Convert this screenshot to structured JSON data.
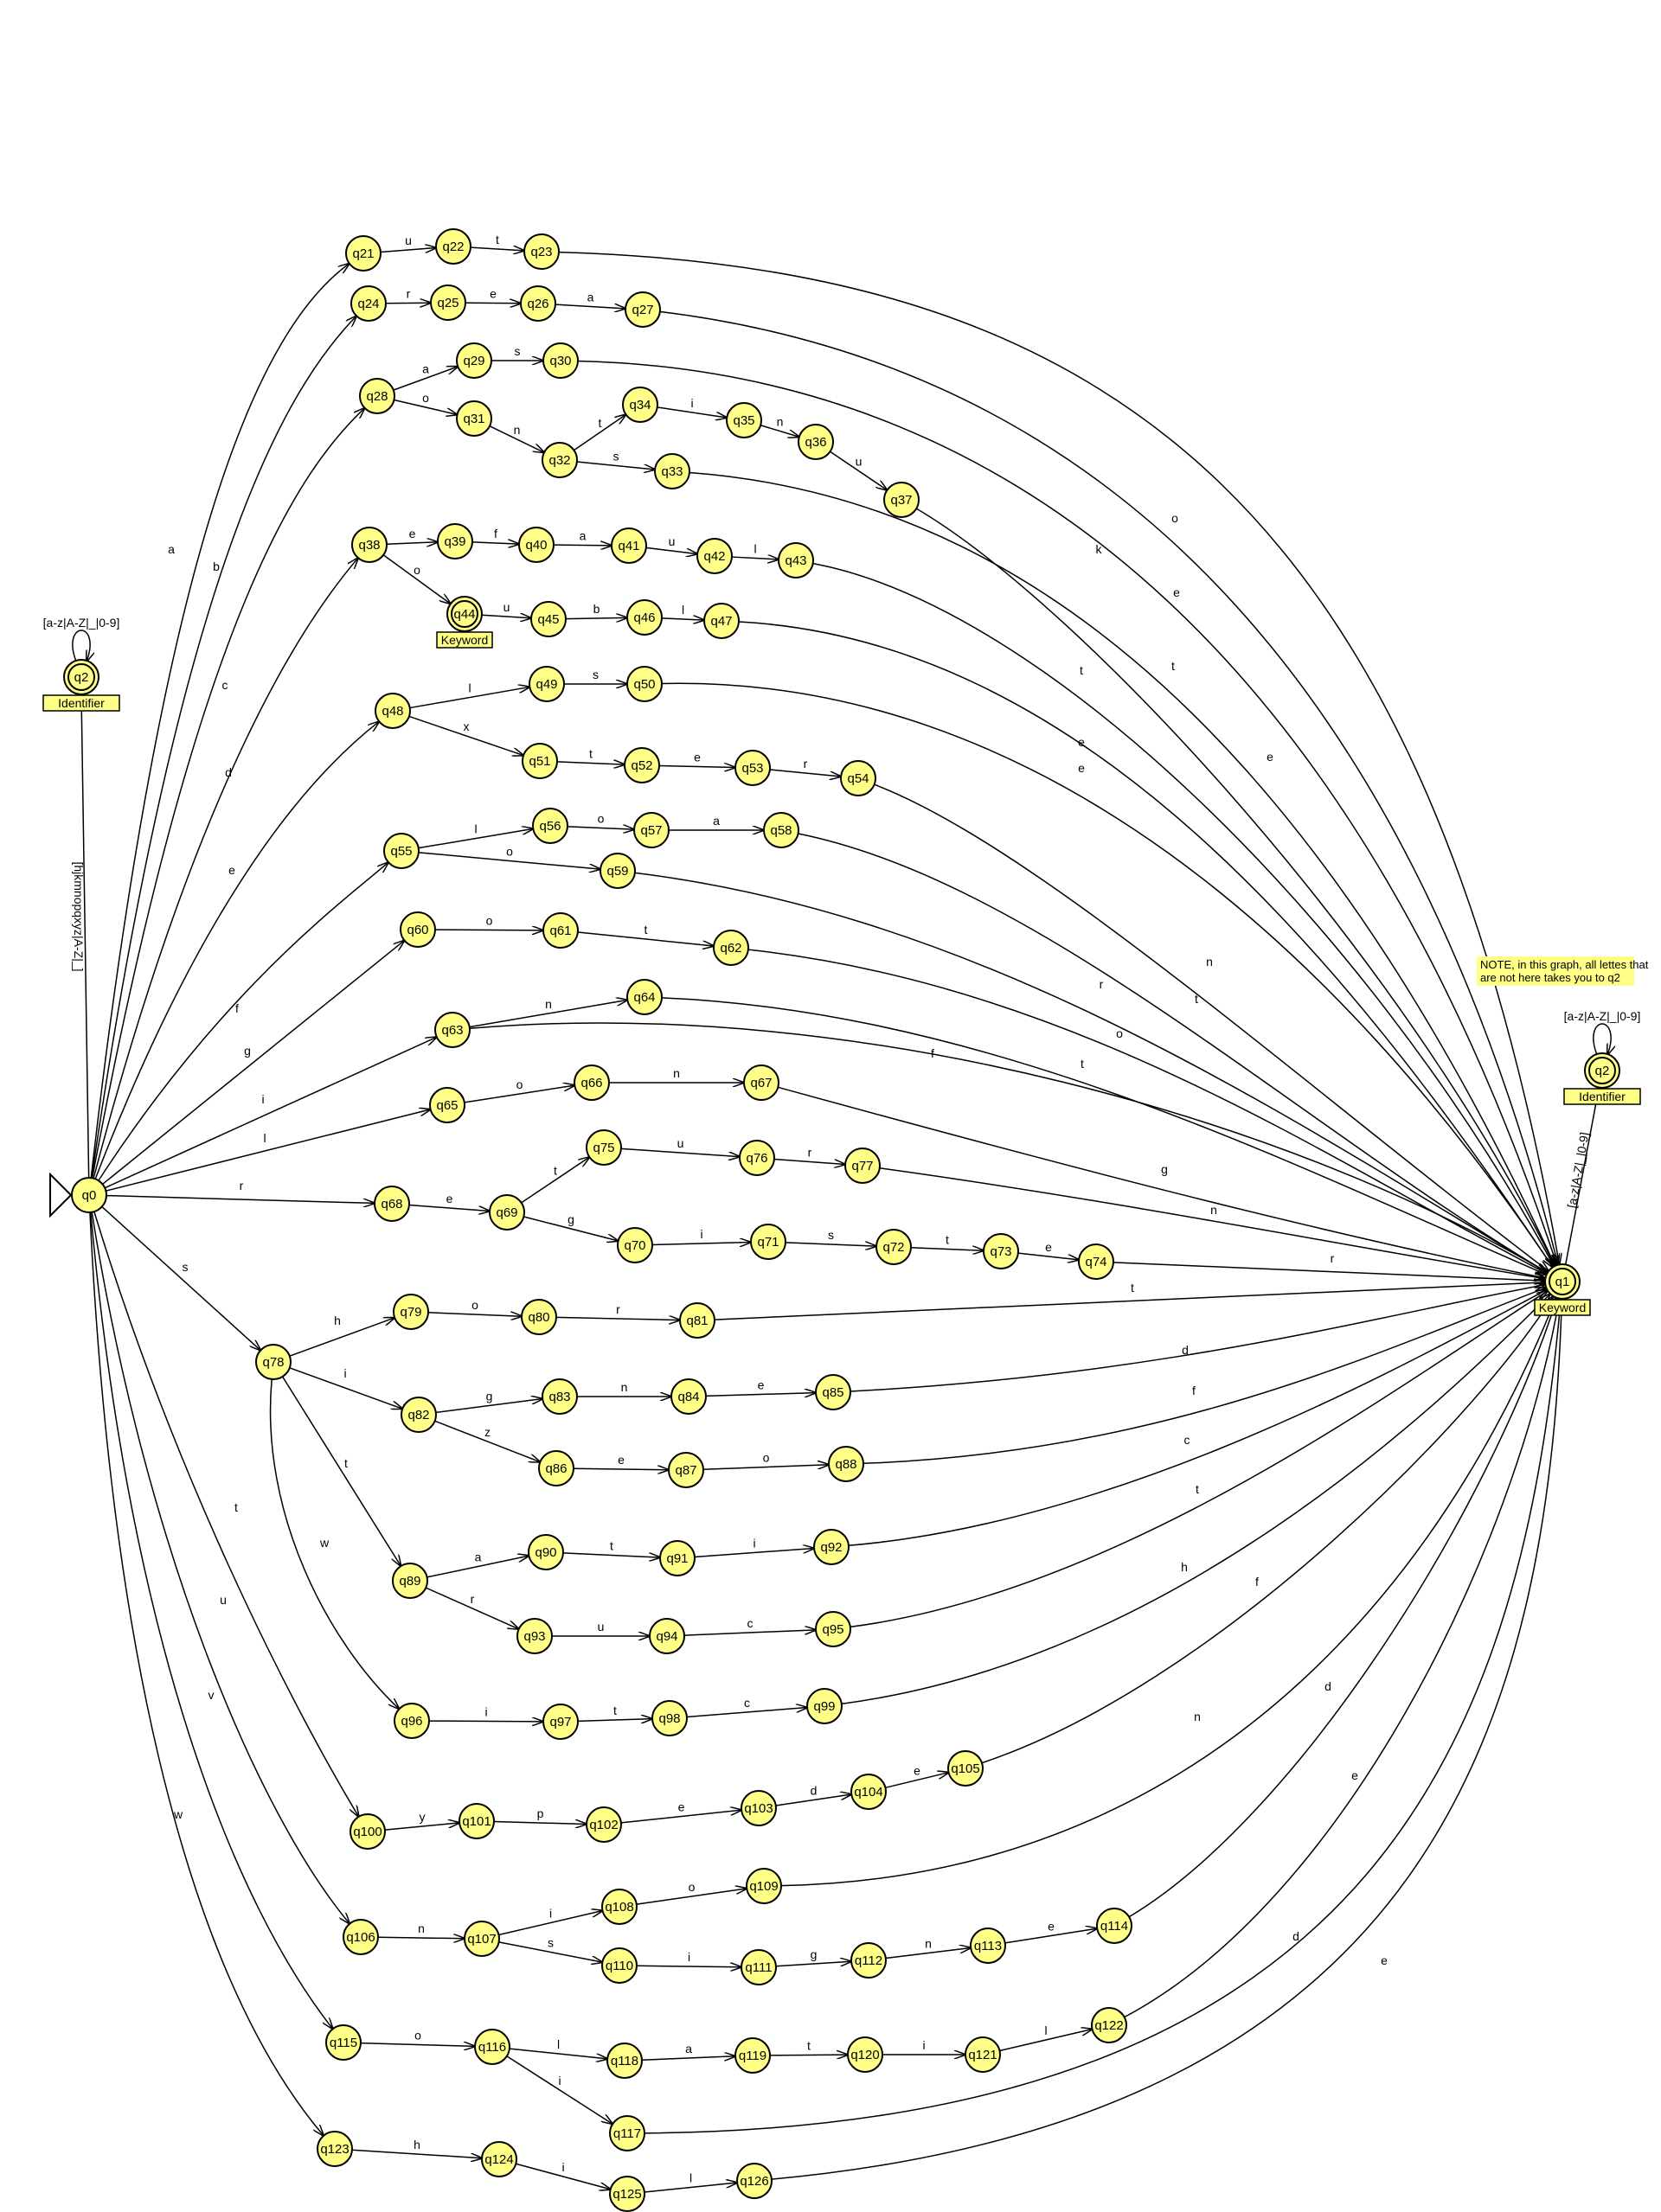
{
  "states": [
    {
      "id": "q0"
    },
    {
      "id": "q1",
      "accepting": true,
      "label": "Keyword"
    },
    {
      "id": "q2a",
      "text": "q2",
      "accepting": true,
      "label": "Identifier"
    },
    {
      "id": "q2b",
      "text": "q2",
      "accepting": true,
      "label": "Identifier"
    },
    {
      "id": "q21"
    },
    {
      "id": "q22"
    },
    {
      "id": "q23"
    },
    {
      "id": "q24"
    },
    {
      "id": "q25"
    },
    {
      "id": "q26"
    },
    {
      "id": "q27"
    },
    {
      "id": "q28"
    },
    {
      "id": "q29"
    },
    {
      "id": "q30"
    },
    {
      "id": "q31"
    },
    {
      "id": "q32"
    },
    {
      "id": "q33"
    },
    {
      "id": "q34"
    },
    {
      "id": "q35"
    },
    {
      "id": "q36"
    },
    {
      "id": "q37"
    },
    {
      "id": "q38"
    },
    {
      "id": "q39"
    },
    {
      "id": "q40"
    },
    {
      "id": "q41"
    },
    {
      "id": "q42"
    },
    {
      "id": "q43"
    },
    {
      "id": "q44",
      "accepting": true,
      "label": "Keyword"
    },
    {
      "id": "q45"
    },
    {
      "id": "q46"
    },
    {
      "id": "q47"
    },
    {
      "id": "q48"
    },
    {
      "id": "q49"
    },
    {
      "id": "q50"
    },
    {
      "id": "q51"
    },
    {
      "id": "q52"
    },
    {
      "id": "q53"
    },
    {
      "id": "q54"
    },
    {
      "id": "q55"
    },
    {
      "id": "q56"
    },
    {
      "id": "q57"
    },
    {
      "id": "q58"
    },
    {
      "id": "q59"
    },
    {
      "id": "q60"
    },
    {
      "id": "q61"
    },
    {
      "id": "q62"
    },
    {
      "id": "q63"
    },
    {
      "id": "q64"
    },
    {
      "id": "q65"
    },
    {
      "id": "q66"
    },
    {
      "id": "q67"
    },
    {
      "id": "q68"
    },
    {
      "id": "q69"
    },
    {
      "id": "q70"
    },
    {
      "id": "q71"
    },
    {
      "id": "q72"
    },
    {
      "id": "q73"
    },
    {
      "id": "q74"
    },
    {
      "id": "q75"
    },
    {
      "id": "q76"
    },
    {
      "id": "q77"
    },
    {
      "id": "q78"
    },
    {
      "id": "q79"
    },
    {
      "id": "q80"
    },
    {
      "id": "q81"
    },
    {
      "id": "q82"
    },
    {
      "id": "q83"
    },
    {
      "id": "q84"
    },
    {
      "id": "q85"
    },
    {
      "id": "q86"
    },
    {
      "id": "q87"
    },
    {
      "id": "q88"
    },
    {
      "id": "q89"
    },
    {
      "id": "q90"
    },
    {
      "id": "q91"
    },
    {
      "id": "q92"
    },
    {
      "id": "q93"
    },
    {
      "id": "q94"
    },
    {
      "id": "q95"
    },
    {
      "id": "q96"
    },
    {
      "id": "q97"
    },
    {
      "id": "q98"
    },
    {
      "id": "q99"
    },
    {
      "id": "q100"
    },
    {
      "id": "q101"
    },
    {
      "id": "q102"
    },
    {
      "id": "q103"
    },
    {
      "id": "q104"
    },
    {
      "id": "q105"
    },
    {
      "id": "q106"
    },
    {
      "id": "q107"
    },
    {
      "id": "q108"
    },
    {
      "id": "q109"
    },
    {
      "id": "q110"
    },
    {
      "id": "q111"
    },
    {
      "id": "q112"
    },
    {
      "id": "q113"
    },
    {
      "id": "q114"
    },
    {
      "id": "q115"
    },
    {
      "id": "q116"
    },
    {
      "id": "q117"
    },
    {
      "id": "q118"
    },
    {
      "id": "q119"
    },
    {
      "id": "q120"
    },
    {
      "id": "q121"
    },
    {
      "id": "q122"
    },
    {
      "id": "q123"
    },
    {
      "id": "q124"
    },
    {
      "id": "q125"
    },
    {
      "id": "q126"
    }
  ],
  "edges": [
    {
      "from": "q0",
      "to": "q21",
      "label": "a"
    },
    {
      "from": "q0",
      "to": "q24",
      "label": "b"
    },
    {
      "from": "q0",
      "to": "q28",
      "label": "c"
    },
    {
      "from": "q0",
      "to": "q38",
      "label": "d"
    },
    {
      "from": "q0",
      "to": "q48",
      "label": "e"
    },
    {
      "from": "q0",
      "to": "q55",
      "label": "f"
    },
    {
      "from": "q0",
      "to": "q60",
      "label": "g"
    },
    {
      "from": "q0",
      "to": "q63",
      "label": "i"
    },
    {
      "from": "q0",
      "to": "q65",
      "label": "l"
    },
    {
      "from": "q0",
      "to": "q68",
      "label": "r"
    },
    {
      "from": "q0",
      "to": "q78",
      "label": "s"
    },
    {
      "from": "q0",
      "to": "q100",
      "label": "t"
    },
    {
      "from": "q0",
      "to": "q106",
      "label": "u"
    },
    {
      "from": "q0",
      "to": "q115",
      "label": "v"
    },
    {
      "from": "q0",
      "to": "q123",
      "label": "w"
    },
    {
      "from": "q0",
      "to": "q2a",
      "label": "[hjkmnopqxyz|A-Z|_]"
    },
    {
      "from": "q2a",
      "to": "q2a",
      "label": "[a-z|A-Z|_|0-9]"
    },
    {
      "from": "q1",
      "to": "q2b",
      "label": "[a-z|A-Z|_|0-9]"
    },
    {
      "from": "q2b",
      "to": "q2b",
      "label": "[a-z|A-Z|_|0-9]"
    },
    {
      "from": "q21",
      "to": "q22",
      "label": "u"
    },
    {
      "from": "q22",
      "to": "q23",
      "label": "t"
    },
    {
      "from": "q23",
      "to": "q1",
      "label": "o"
    },
    {
      "from": "q24",
      "to": "q25",
      "label": "r"
    },
    {
      "from": "q25",
      "to": "q26",
      "label": "e"
    },
    {
      "from": "q26",
      "to": "q27",
      "label": "a"
    },
    {
      "from": "q27",
      "to": "q1",
      "label": "k"
    },
    {
      "from": "q28",
      "to": "q29",
      "label": "a"
    },
    {
      "from": "q29",
      "to": "q30",
      "label": "s"
    },
    {
      "from": "q30",
      "to": "q1",
      "label": "e"
    },
    {
      "from": "q28",
      "to": "q31",
      "label": "o"
    },
    {
      "from": "q31",
      "to": "q32",
      "label": "n"
    },
    {
      "from": "q32",
      "to": "q33",
      "label": "s"
    },
    {
      "from": "q33",
      "to": "q1",
      "label": "t"
    },
    {
      "from": "q32",
      "to": "q34",
      "label": "t"
    },
    {
      "from": "q34",
      "to": "q35",
      "label": "i"
    },
    {
      "from": "q35",
      "to": "q36",
      "label": "n"
    },
    {
      "from": "q36",
      "to": "q37",
      "label": "u"
    },
    {
      "from": "q37",
      "to": "q1",
      "label": "e"
    },
    {
      "from": "q38",
      "to": "q39",
      "label": "e"
    },
    {
      "from": "q39",
      "to": "q40",
      "label": "f"
    },
    {
      "from": "q40",
      "to": "q41",
      "label": "a"
    },
    {
      "from": "q41",
      "to": "q42",
      "label": "u"
    },
    {
      "from": "q42",
      "to": "q43",
      "label": "l"
    },
    {
      "from": "q43",
      "to": "q1",
      "label": "t"
    },
    {
      "from": "q38",
      "to": "q44",
      "label": "o"
    },
    {
      "from": "q44",
      "to": "q45",
      "label": "u"
    },
    {
      "from": "q45",
      "to": "q46",
      "label": "b"
    },
    {
      "from": "q46",
      "to": "q47",
      "label": "l"
    },
    {
      "from": "q47",
      "to": "q1",
      "label": "e"
    },
    {
      "from": "q48",
      "to": "q49",
      "label": "l"
    },
    {
      "from": "q49",
      "to": "q50",
      "label": "s"
    },
    {
      "from": "q50",
      "to": "q1",
      "label": "e"
    },
    {
      "from": "q48",
      "to": "q51",
      "label": "x"
    },
    {
      "from": "q51",
      "to": "q52",
      "label": "t"
    },
    {
      "from": "q52",
      "to": "q53",
      "label": "e"
    },
    {
      "from": "q53",
      "to": "q54",
      "label": "r"
    },
    {
      "from": "q54",
      "to": "q1",
      "label": "n"
    },
    {
      "from": "q55",
      "to": "q56",
      "label": "l"
    },
    {
      "from": "q56",
      "to": "q57",
      "label": "o"
    },
    {
      "from": "q57",
      "to": "q58",
      "label": "a"
    },
    {
      "from": "q58",
      "to": "q1",
      "label": "t"
    },
    {
      "from": "q55",
      "to": "q59",
      "label": "o"
    },
    {
      "from": "q59",
      "to": "q1",
      "label": "r"
    },
    {
      "from": "q60",
      "to": "q61",
      "label": "o"
    },
    {
      "from": "q61",
      "to": "q62",
      "label": "t"
    },
    {
      "from": "q62",
      "to": "q1",
      "label": "o"
    },
    {
      "from": "q63",
      "to": "q64",
      "label": "n"
    },
    {
      "from": "q64",
      "to": "q1",
      "label": "t"
    },
    {
      "from": "q63",
      "to": "q1",
      "label": "f"
    },
    {
      "from": "q65",
      "to": "q66",
      "label": "o"
    },
    {
      "from": "q66",
      "to": "q67",
      "label": "n"
    },
    {
      "from": "q67",
      "to": "q1",
      "label": "g"
    },
    {
      "from": "q68",
      "to": "q69",
      "label": "e"
    },
    {
      "from": "q69",
      "to": "q75",
      "label": "t"
    },
    {
      "from": "q75",
      "to": "q76",
      "label": "u"
    },
    {
      "from": "q76",
      "to": "q77",
      "label": "r"
    },
    {
      "from": "q77",
      "to": "q1",
      "label": "n"
    },
    {
      "from": "q69",
      "to": "q70",
      "label": "g"
    },
    {
      "from": "q70",
      "to": "q71",
      "label": "i"
    },
    {
      "from": "q71",
      "to": "q72",
      "label": "s"
    },
    {
      "from": "q72",
      "to": "q73",
      "label": "t"
    },
    {
      "from": "q73",
      "to": "q74",
      "label": "e"
    },
    {
      "from": "q74",
      "to": "q1",
      "label": "r"
    },
    {
      "from": "q78",
      "to": "q79",
      "label": "h"
    },
    {
      "from": "q79",
      "to": "q80",
      "label": "o"
    },
    {
      "from": "q80",
      "to": "q81",
      "label": "r"
    },
    {
      "from": "q81",
      "to": "q1",
      "label": "t"
    },
    {
      "from": "q78",
      "to": "q82",
      "label": "i"
    },
    {
      "from": "q82",
      "to": "q83",
      "label": "g"
    },
    {
      "from": "q83",
      "to": "q84",
      "label": "n"
    },
    {
      "from": "q84",
      "to": "q85",
      "label": "e"
    },
    {
      "from": "q85",
      "to": "q1",
      "label": "d"
    },
    {
      "from": "q82",
      "to": "q86",
      "label": "z"
    },
    {
      "from": "q86",
      "to": "q87",
      "label": "e"
    },
    {
      "from": "q87",
      "to": "q88",
      "label": "o"
    },
    {
      "from": "q88",
      "to": "q1",
      "label": "f"
    },
    {
      "from": "q78",
      "to": "q89",
      "label": "t"
    },
    {
      "from": "q89",
      "to": "q90",
      "label": "a"
    },
    {
      "from": "q90",
      "to": "q91",
      "label": "t"
    },
    {
      "from": "q91",
      "to": "q92",
      "label": "i"
    },
    {
      "from": "q92",
      "to": "q1",
      "label": "c"
    },
    {
      "from": "q89",
      "to": "q93",
      "label": "r"
    },
    {
      "from": "q93",
      "to": "q94",
      "label": "u"
    },
    {
      "from": "q94",
      "to": "q95",
      "label": "c"
    },
    {
      "from": "q95",
      "to": "q1",
      "label": "t"
    },
    {
      "from": "q78",
      "to": "q96",
      "label": "w"
    },
    {
      "from": "q96",
      "to": "q97",
      "label": "i"
    },
    {
      "from": "q97",
      "to": "q98",
      "label": "t"
    },
    {
      "from": "q98",
      "to": "q99",
      "label": "c"
    },
    {
      "from": "q99",
      "to": "q1",
      "label": "h"
    },
    {
      "from": "q100",
      "to": "q101",
      "label": "y"
    },
    {
      "from": "q101",
      "to": "q102",
      "label": "p"
    },
    {
      "from": "q102",
      "to": "q103",
      "label": "e"
    },
    {
      "from": "q103",
      "to": "q104",
      "label": "d"
    },
    {
      "from": "q104",
      "to": "q105",
      "label": "e"
    },
    {
      "from": "q105",
      "to": "q1",
      "label": "f"
    },
    {
      "from": "q106",
      "to": "q107",
      "label": "n"
    },
    {
      "from": "q107",
      "to": "q108",
      "label": "i"
    },
    {
      "from": "q108",
      "to": "q109",
      "label": "o"
    },
    {
      "from": "q109",
      "to": "q1",
      "label": "n"
    },
    {
      "from": "q107",
      "to": "q110",
      "label": "s"
    },
    {
      "from": "q110",
      "to": "q111",
      "label": "i"
    },
    {
      "from": "q111",
      "to": "q112",
      "label": "g"
    },
    {
      "from": "q112",
      "to": "q113",
      "label": "n"
    },
    {
      "from": "q113",
      "to": "q114",
      "label": "e"
    },
    {
      "from": "q114",
      "to": "q1",
      "label": "d"
    },
    {
      "from": "q115",
      "to": "q116",
      "label": "o"
    },
    {
      "from": "q116",
      "to": "q118",
      "label": "l"
    },
    {
      "from": "q118",
      "to": "q119",
      "label": "a"
    },
    {
      "from": "q119",
      "to": "q120",
      "label": "t"
    },
    {
      "from": "q120",
      "to": "q121",
      "label": "i"
    },
    {
      "from": "q121",
      "to": "q122",
      "label": "l"
    },
    {
      "from": "q122",
      "to": "q1",
      "label": "e"
    },
    {
      "from": "q116",
      "to": "q117",
      "label": "i"
    },
    {
      "from": "q117",
      "to": "q1",
      "label": "d"
    },
    {
      "from": "q123",
      "to": "q124",
      "label": "h"
    },
    {
      "from": "q124",
      "to": "q125",
      "label": "i"
    },
    {
      "from": "q125",
      "to": "q126",
      "label": "l"
    },
    {
      "from": "q126",
      "to": "q1",
      "label": "e"
    }
  ],
  "note": [
    "NOTE, in this graph, all lettes that",
    "are not here takes you to q2"
  ]
}
